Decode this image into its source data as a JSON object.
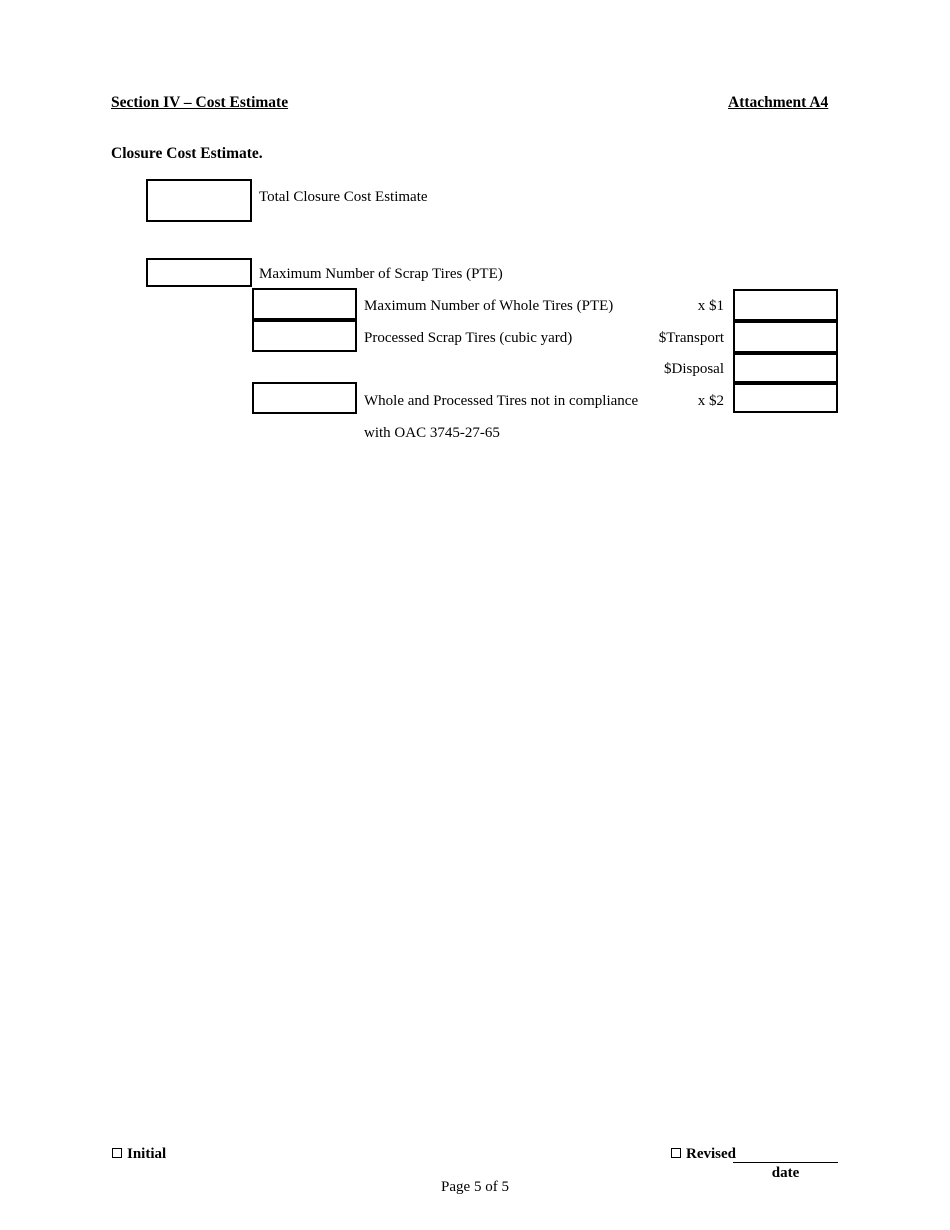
{
  "document": {
    "header": {
      "section_title": "Section IV – Cost Estimate",
      "attachment_label": "Attachment A4"
    },
    "subtitle": "Closure Cost Estimate.",
    "rows": [
      {
        "label": "Total Closure Cost Estimate"
      },
      {
        "label": "Maximum Number of Scrap Tires (PTE)"
      },
      {
        "label": "Maximum Number of Whole Tires (PTE)",
        "multiplier": "x  $1"
      },
      {
        "label": "Processed Scrap Tires (cubic yard)",
        "multiplier": "$Transport"
      },
      {
        "label": "",
        "multiplier": "$Disposal"
      },
      {
        "label": "Whole and Processed Tires not in compliance",
        "multiplier": "x  $2"
      },
      {
        "label": "with OAC 3745-27-65"
      }
    ],
    "fields": {
      "total_closure_cost_estimate": "",
      "maximum_number_scrap_tires": "",
      "maximum_number_whole_tires": "",
      "processed_scrap_tires": "",
      "whole_and_processed_not_compliant": "",
      "amount_whole_tires": "",
      "amount_transport": "",
      "amount_disposal": "",
      "amount_not_compliant": ""
    },
    "footer": {
      "initial_label": "Initial",
      "revised_label": "Revised",
      "date_label": "date",
      "page_label": "Page 5 of 5"
    }
  }
}
